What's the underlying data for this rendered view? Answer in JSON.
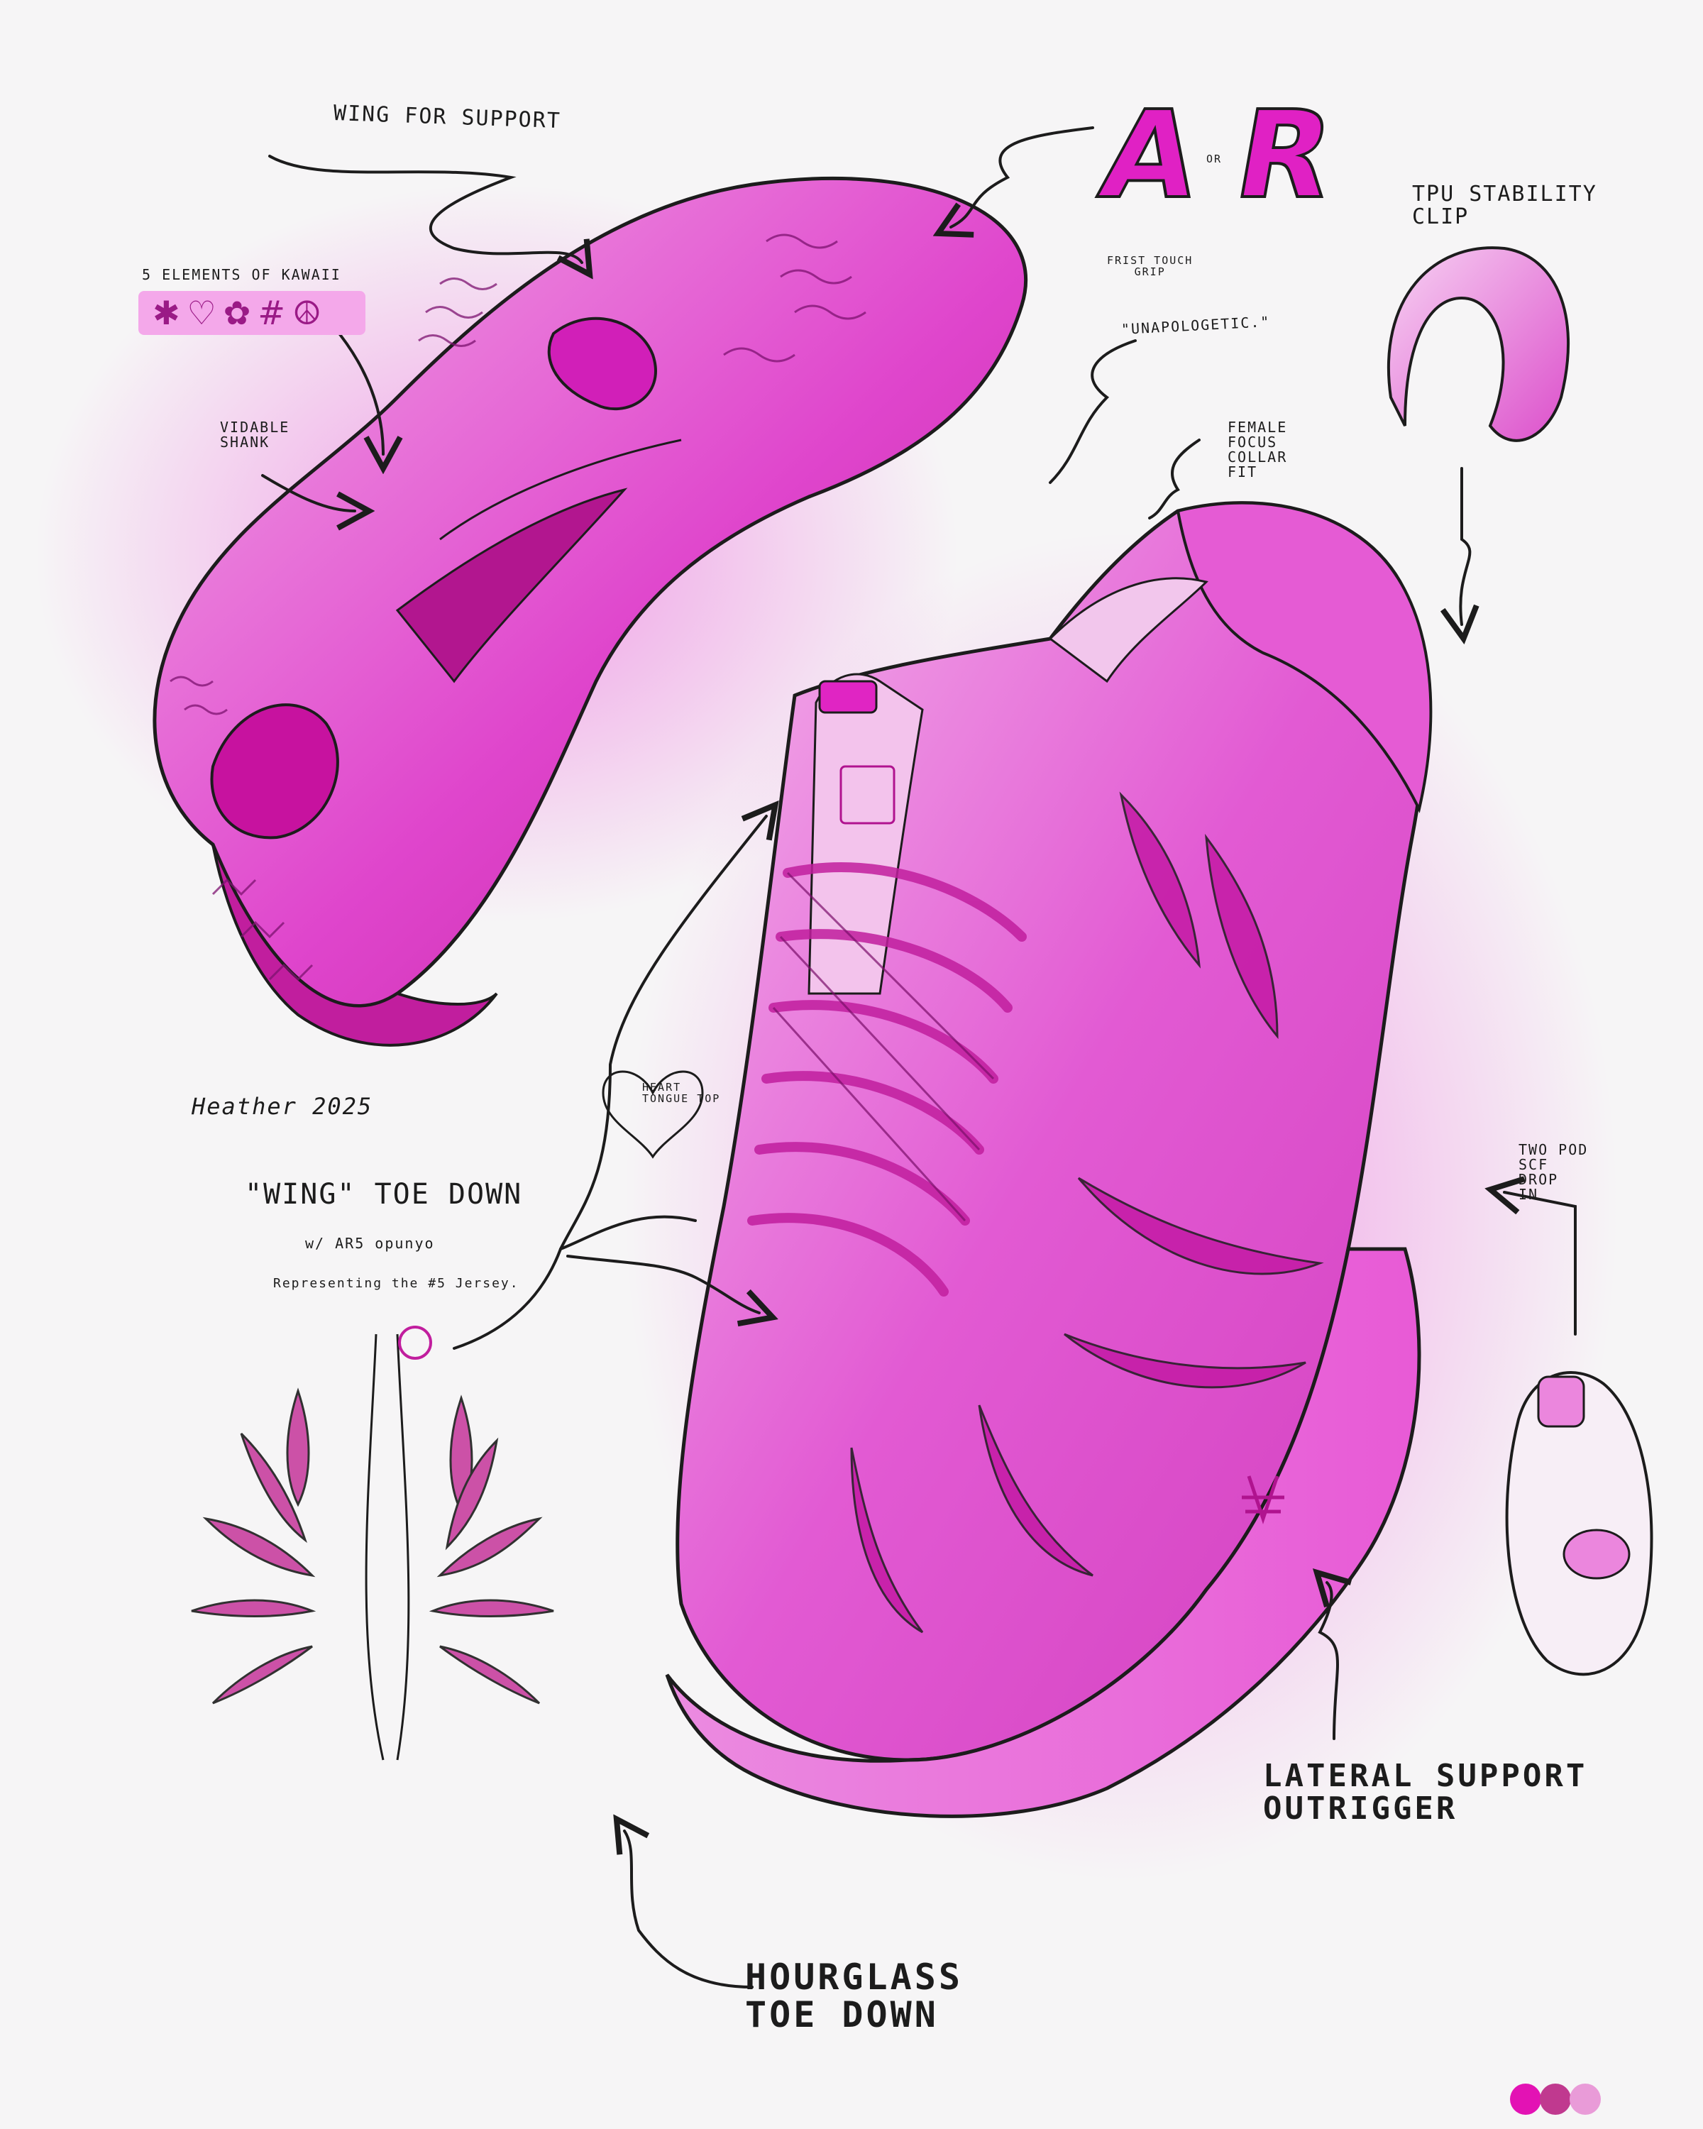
{
  "annotations": {
    "wing_support": "WING FOR SUPPORT",
    "kawaii_title": "5 ELEMENTS OF KAWAII",
    "kawaii_symbols": "✱♡✿#☮",
    "vidable_shank": "VIDABLE\nSHANK",
    "first_touch_grip": "FRIST TOUCH\nGRIP",
    "unapologetic": "\"UNAPOLOGETIC.\"",
    "female_focus": "FEMALE\nFOCUS\nCOLLAR\nFIT",
    "tpu_clip": "TPU STABILITY\nCLIP",
    "heart_tongue": "HEART\nTONGUE TOP",
    "wing_toe_down": "\"WING\" TOE DOWN",
    "ar5_line1": "w/ AR5 opunyo",
    "ar5_line2": "Representing the #5 Jersey.",
    "two_pod": "TWO POD\nSCF\nDROP\nIN",
    "lateral_support": "LATERAL SUPPORT\nOUTRIGGER",
    "hourglass": "HOURGLASS\nTOE DOWN",
    "signature": "Heather 2025",
    "logo_a": "A",
    "logo_or": "OR",
    "logo_r": "R"
  },
  "palette": [
    "#e312b4",
    "#c0398f",
    "#e99bd8"
  ],
  "colors": {
    "shoe_main": "#e24ad0",
    "shoe_light": "#f3b8ec",
    "shoe_dark": "#a51a8e",
    "ink": "#1c1c1c",
    "paper": "#f6f5f6"
  }
}
